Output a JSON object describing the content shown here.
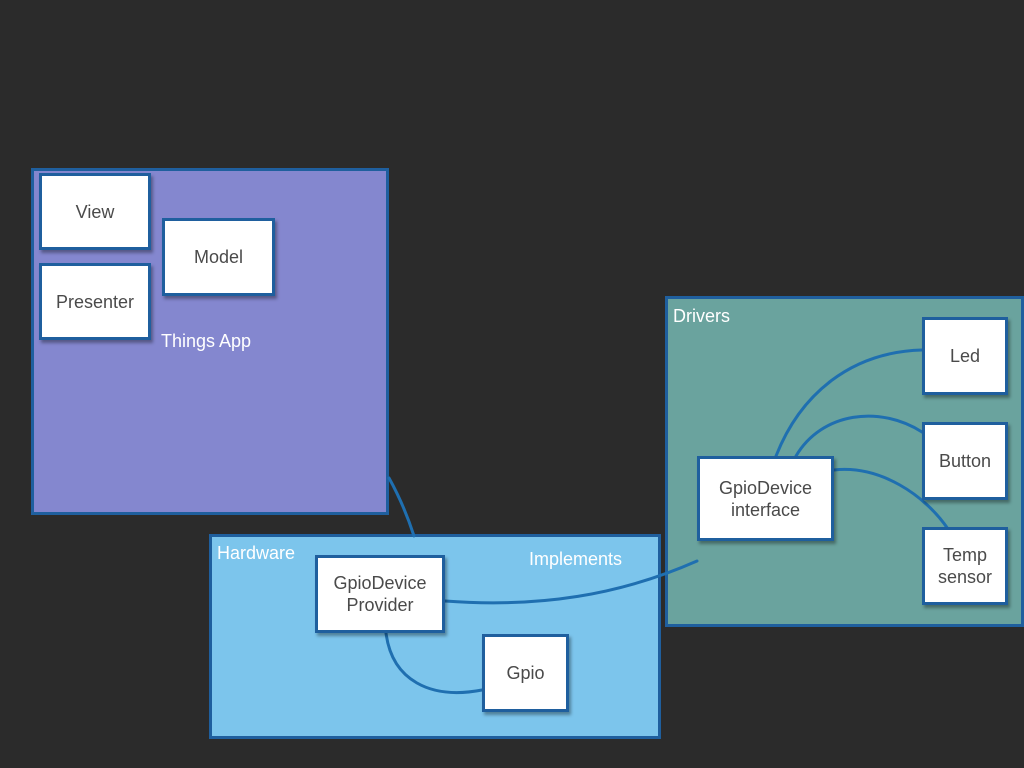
{
  "groups": {
    "things_app": "Things App",
    "hardware": "Hardware",
    "drivers": "Drivers"
  },
  "nodes": {
    "view": "View",
    "presenter": "Presenter",
    "model": "Model",
    "gpio_device_provider": "GpioDevice\nProvider",
    "gpio": "Gpio",
    "gpio_device_interface": "GpioDevice\ninterface",
    "led": "Led",
    "button": "Button",
    "temp_sensor": "Temp\nsensor"
  },
  "edge_labels": {
    "implements": "Implements"
  },
  "colors": {
    "background": "#2b2b2b",
    "things_app_fill": "#8487cf",
    "hardware_fill": "#7cc5ec",
    "drivers_fill": "#6aa39e",
    "border": "#1f5f9e",
    "connector": "#1f6fb0"
  }
}
